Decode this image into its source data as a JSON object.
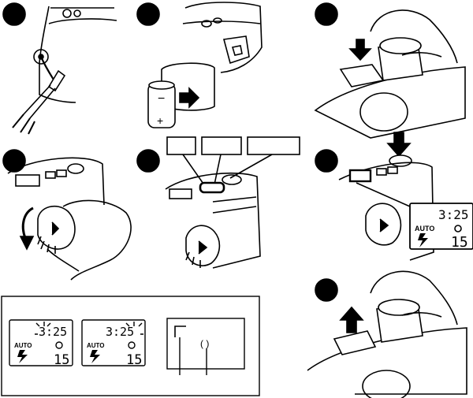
{
  "steps": [
    {
      "id": 1
    },
    {
      "id": 2
    },
    {
      "id": 3
    },
    {
      "id": 4
    },
    {
      "id": 5
    },
    {
      "id": 6
    },
    {
      "id": 7
    }
  ],
  "battery": {
    "minus_label": "−",
    "plus_label": "+"
  },
  "callout_boxes": [
    "",
    "",
    ""
  ],
  "display_main": {
    "mode_label": "AUTO",
    "time": "3:25",
    "frame_count": "15"
  },
  "inset": {
    "panel_a": {
      "mode_label": "AUTO",
      "time": "3:25",
      "frame_count": "15",
      "blinking": "hour"
    },
    "panel_b": {
      "mode_label": "AUTO",
      "time": "3:25",
      "frame_count": "15",
      "blinking": "minute"
    },
    "viewfinder": {
      "center_mark": "( )"
    }
  },
  "colors": {
    "ink": "#000000",
    "paper": "#ffffff"
  }
}
